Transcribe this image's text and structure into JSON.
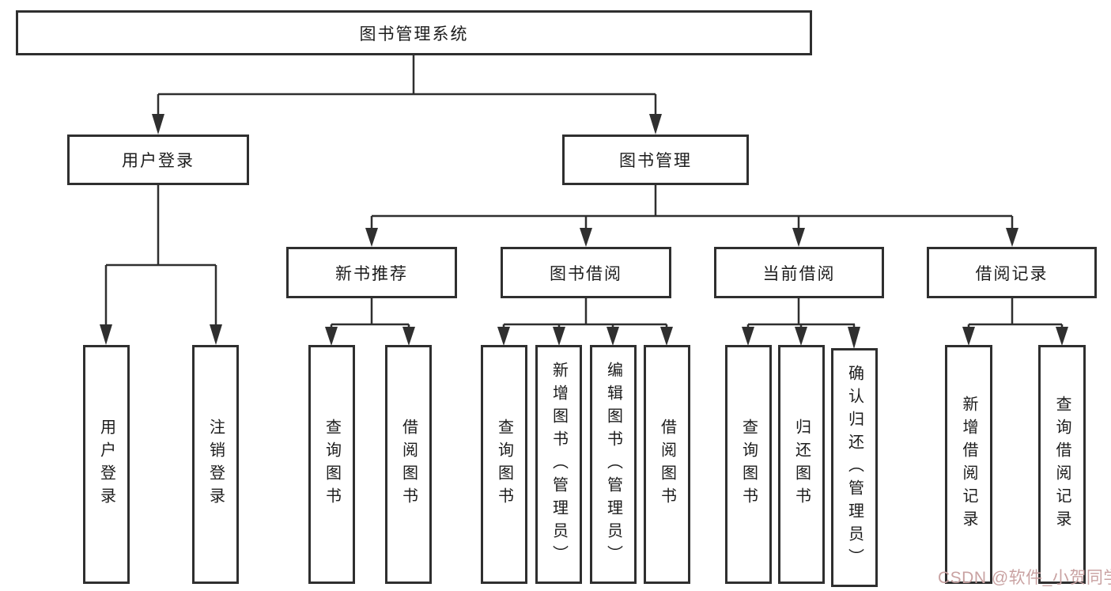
{
  "diagram": {
    "root": "图书管理系统",
    "level2": {
      "user": "用户登录",
      "book": "图书管理"
    },
    "level3": [
      "新书推荐",
      "图书借阅",
      "当前借阅",
      "借阅记录"
    ],
    "leaves": {
      "user": [
        "用户登录",
        "注销登录"
      ],
      "recommend": [
        "查询图书",
        "借阅图书"
      ],
      "borrow": [
        "查询图书",
        "新增图书（管理员）",
        "编辑图书（管理员）",
        "借阅图书"
      ],
      "current": [
        "查询图书",
        "归还图书",
        "确认归还（管理员）"
      ],
      "records": [
        "新增借阅记录",
        "查询借阅记录"
      ]
    }
  },
  "watermark": "CSDN @软件_小贺同学",
  "colors": {
    "line": "#2f2f2f",
    "text": "#1c1c1c",
    "node_fill": "#ffffff",
    "watermark": "#c9a2a2",
    "background": "#ffffff"
  }
}
